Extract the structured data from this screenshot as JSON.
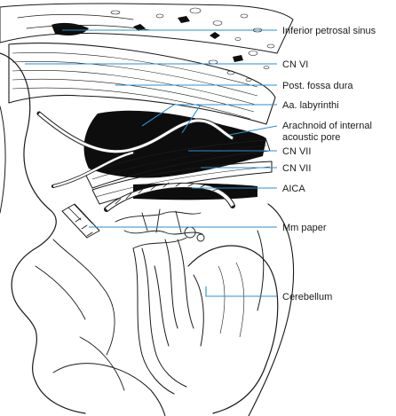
{
  "labels": [
    {
      "id": "inferior-petrosal-sinus",
      "text": "Inferior petrosal sinus"
    },
    {
      "id": "cn-vi",
      "text": "CN VI"
    },
    {
      "id": "post-fossa-dura",
      "text": "Post. fossa dura"
    },
    {
      "id": "aa-labyrinthi",
      "text": "Aa. labyrinthi"
    },
    {
      "id": "arachnoid-line-1",
      "text": "Arachnoid of internal"
    },
    {
      "id": "arachnoid-line-2",
      "text": "acoustic pore"
    },
    {
      "id": "cn-vii-1",
      "text": "CN VII"
    },
    {
      "id": "cn-vii-2",
      "text": "CN VII"
    },
    {
      "id": "aica",
      "text": "AICA"
    },
    {
      "id": "mm-paper",
      "text": "Mm paper"
    },
    {
      "id": "cerebellum",
      "text": "Cerebellum"
    }
  ],
  "colors": {
    "pointer": "#2a8fd0",
    "ink": "#1a1a1a",
    "background": "#ffffff"
  }
}
